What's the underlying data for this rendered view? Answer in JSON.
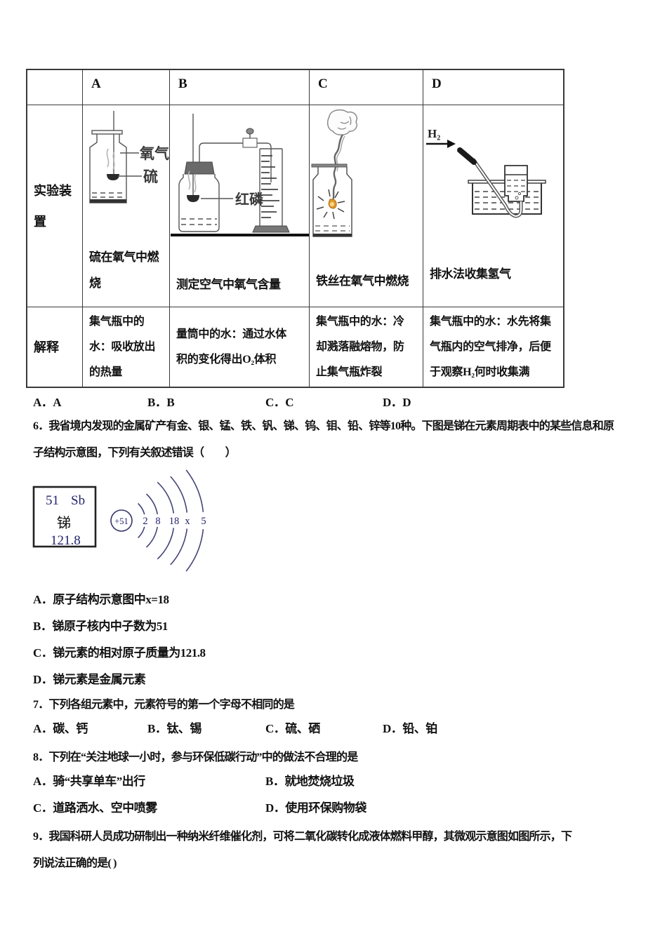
{
  "table": {
    "col_headers": {
      "a": "A",
      "b": "B",
      "c": "C",
      "d": "D"
    },
    "row_labels": {
      "apparatus": "实验装置",
      "explain": "解释"
    },
    "cells": {
      "A": {
        "caption": "硫在氧气中燃\n烧",
        "explain": "集气瓶中的\n水：吸收放出\n的热量",
        "labels": {
          "oxygen": "氧气",
          "sulfur": "硫"
        }
      },
      "B": {
        "caption": "测定空气中氧气含量",
        "explain": "量筒中的水：通过水体\n积的变化得出O₂体积",
        "labels": {
          "red_phosphorus": "红磷"
        }
      },
      "C": {
        "caption": "铁丝在氧气中燃烧",
        "explain": "集气瓶中的水：冷\n却溅落融熔物，防\n止集气瓶炸裂"
      },
      "D": {
        "caption": "排水法收集氢气",
        "explain": "集气瓶中的水：水先将集\n气瓶内的空气排净，后便\n于观察H₂何时收集满",
        "labels": {
          "gas": "H₂"
        }
      }
    }
  },
  "answer_row": {
    "a": "A．A",
    "b": "B．B",
    "c": "C．C",
    "d": "D．D"
  },
  "q6": {
    "text": "6．我省境内发现的金属矿产有金、银、锰、铁、钒、锑、钨、钼、铅、锌等10种。下图是锑在元素周期表中的某些信息和原\n子结构示意图，下列有关叙述错误（　　）",
    "atom": {
      "number": "51",
      "symbol": "Sb",
      "name": "锑",
      "mass": "121.8",
      "nucleus": "+51",
      "shells": {
        "s1": "2",
        "s2": "8",
        "s3": "18",
        "s4": "x",
        "s5": "5"
      }
    },
    "options": {
      "a": "A．原子结构示意图中x=18",
      "b": "B．锑原子核内中子数为51",
      "c": "C．锑元素的相对原子质量为121.8",
      "d": "D．锑元素是金属元素"
    }
  },
  "q7": {
    "text": "7．下列各组元素中，元素符号的第一个字母不相同的是",
    "options": {
      "a": "A．碳、钙",
      "b": "B．钛、锡",
      "c": "C．硫、硒",
      "d": "D．铅、铂"
    }
  },
  "q8": {
    "text": "8．下列在“关注地球一小时，参与环保低碳行动”中的做法不合理的是",
    "options": {
      "a": "A．骑“共享单车”出行",
      "b": "B．就地焚烧垃圾",
      "c": "C．道路洒水、空中喷雾",
      "d": "D．使用环保购物袋"
    }
  },
  "q9": {
    "text": "9．我国科研人员成功研制出一种纳米纤维催化剂，可将二氧化碳转化成液体燃料甲醇，其微观示意图如图所示，下\n列说法正确的是( )"
  }
}
